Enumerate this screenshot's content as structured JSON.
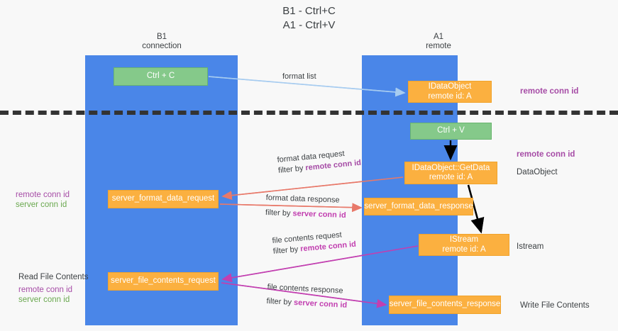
{
  "title": {
    "line1": "B1 - Ctrl+C",
    "line2": "A1 - Ctrl+V"
  },
  "lanes": [
    {
      "name": "B1",
      "sub": "connection"
    },
    {
      "name": "A1",
      "sub": "remote"
    }
  ],
  "boxes": {
    "ctrl_c": {
      "line1": "Ctrl + C"
    },
    "data_object": {
      "line1": "IDataObject",
      "line2": "remote id: A"
    },
    "ctrl_v": {
      "line1": "Ctrl + V"
    },
    "get_data": {
      "line1": "IDataObject::GetData",
      "line2": "remote id: A"
    },
    "server_format_data_request": {
      "line1": "server_format_data_request"
    },
    "server_format_data_response": {
      "line1": "server_format_data_response"
    },
    "istream": {
      "line1": "IStream",
      "line2": "remote id: A"
    },
    "server_file_contents_request": {
      "line1": "server_file_contents_request"
    },
    "server_file_contents_response": {
      "line1": "server_file_contents_response"
    }
  },
  "flow_labels": {
    "format_list": "format list",
    "format_data_request": "format data request",
    "format_data_request_filter_prefix": "filter by ",
    "format_data_request_filter_key": "remote conn id",
    "format_data_response": "format data response",
    "format_data_response_filter_prefix": "filter by ",
    "format_data_response_filter_key": "server conn id",
    "file_contents_request": "file contents request",
    "file_contents_request_filter_prefix": "filter by ",
    "file_contents_request_filter_key": "remote conn id",
    "file_contents_response": "file contents response",
    "file_contents_response_filter_prefix": "filter by ",
    "file_contents_response_filter_key": "server conn id"
  },
  "side_labels": {
    "remote_conn_id_top": "remote conn id",
    "remote_conn_id_mid": "remote conn id",
    "data_object": "DataObject",
    "istream": "Istream",
    "write_file_contents": "Write File Contents",
    "read_file_contents": "Read File Contents",
    "left_remote_conn_id_mid": "remote conn id",
    "left_server_conn_id_mid": "server conn id",
    "left_remote_conn_id_bottom": "remote conn id",
    "left_server_conn_id_bottom": "server conn id"
  },
  "colors": {
    "lane": "#4a86e8",
    "green_box": "#85c98a",
    "orange_box": "#fbb040",
    "purple": "#a64ca6",
    "magenta": "#c23fb0",
    "green_text": "#6aa84f",
    "red_arrow": "#e8796a",
    "blue_arrow": "#a7ccf0",
    "black_arrow": "#000000",
    "dashed_divider": "#333333",
    "background": "#f8f8f8"
  }
}
